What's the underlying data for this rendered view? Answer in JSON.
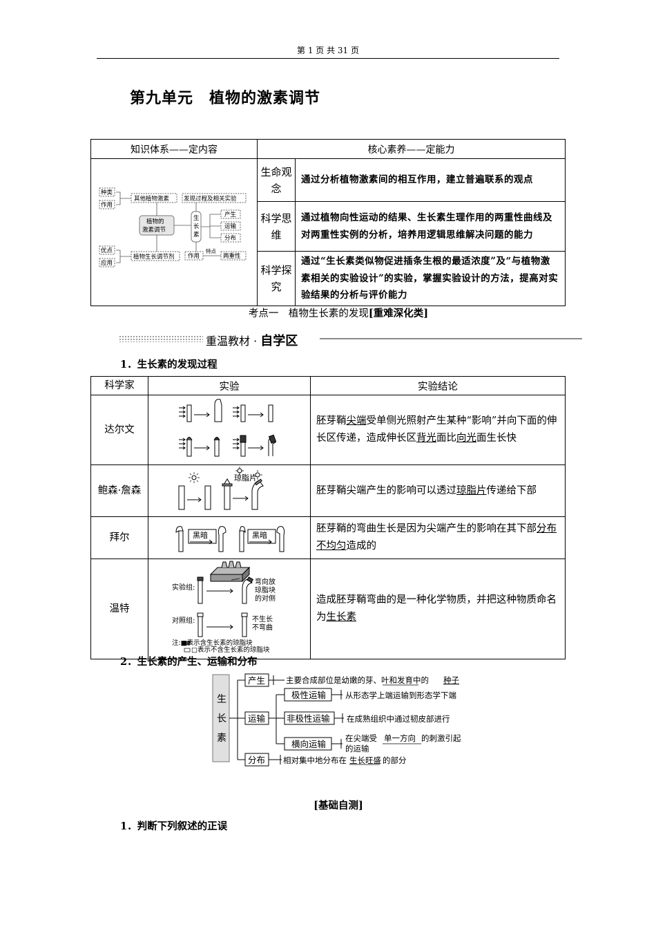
{
  "header": {
    "page_info": "第 1 页 共 31 页"
  },
  "unit_title": "第九单元　植物的激素调节",
  "overview_table": {
    "col1_header": "知识体系——定内容",
    "col2_header": "核心素养——定能力",
    "rows": [
      {
        "label": "生命观念",
        "text": "通过分析植物激素间的相互作用，建立普遍联系的观点"
      },
      {
        "label": "科学思维",
        "text": "通过植物向性运动的结果、生长素生理作用的两重性曲线及对两重性实例的分析，培养用逻辑思维解决问题的能力"
      },
      {
        "label": "科学探究",
        "text": "通过“生长素类似物促进插条生根的最适浓度”及“与植物激素相关的实验设计”的实验，掌握实验设计的方法，提高对实验结果的分析与评价能力"
      }
    ],
    "concept_map": {
      "center": [
        "植物的",
        "激素调节"
      ],
      "zhonglei": "种类",
      "zuoyong": "作用",
      "youdian": "优点",
      "yingyong": "应用",
      "other_hormones": "其他植物激素",
      "regulator": "植物生长调节剂",
      "discovery": "发现过程及相关实验",
      "auxin": [
        "生",
        "长",
        "素"
      ],
      "chansheng": "产生",
      "yunshu": "运输",
      "fenbu": "分布",
      "zuoyong2": "作用",
      "tedian": "特点",
      "liangchongxing": "两重性"
    }
  },
  "kaodian": {
    "prefix": "考点一　植物生长素的发现",
    "tag": "[重难深化类]"
  },
  "banner": {
    "left": "重温教材",
    "dot": " · ",
    "right": "自学区"
  },
  "section1": "1．生长素的发现过程",
  "discovery_table": {
    "headers": [
      "科学家",
      "实验",
      "实验结论"
    ],
    "rows": [
      {
        "scientist": "达尔文",
        "conclusion": [
          {
            "t": "胚芽鞘"
          },
          {
            "t": "尖端",
            "u": true
          },
          {
            "t": "受单侧光照射产生某种“影响”并向下面的伸长区传递，造成伸长区"
          },
          {
            "t": "背光",
            "u": true
          },
          {
            "t": "面比"
          },
          {
            "t": "向光",
            "u": true
          },
          {
            "t": "面生长快"
          }
        ]
      },
      {
        "scientist": "鲍森·詹森",
        "img_label": "琼脂片",
        "conclusion": [
          {
            "t": "胚芽鞘尖端产生的影响可以透过"
          },
          {
            "t": "琼脂片",
            "u": true
          },
          {
            "t": "传递给下部"
          }
        ]
      },
      {
        "scientist": "拜尔",
        "img_label": "黑暗",
        "conclusion": [
          {
            "t": "胚芽鞘的弯曲生长是因为尖端产生的影响在其下部"
          },
          {
            "t": "分布不均匀",
            "u": true
          },
          {
            "t": "造成的"
          }
        ]
      },
      {
        "scientist": "温特",
        "img_labels": {
          "exp_group": "实验组:",
          "ctrl_group": "对照组:",
          "exp_result": [
            "弯向放",
            "琼脂块",
            "的对侧"
          ],
          "ctrl_result": [
            "不生长",
            "不弯曲"
          ],
          "note1": "注:■表示含生长素的琼脂块",
          "note2": "□表示不含生长素的琼脂块"
        },
        "conclusion": [
          {
            "t": "造成胚芽鞘弯曲的是一种化学物质，并把这种物质命名为"
          },
          {
            "t": "生长素",
            "u": true
          }
        ]
      }
    ]
  },
  "section2": "2．生长素的产生、运输和分布",
  "auxin_diagram": {
    "root": [
      "生",
      "长",
      "素"
    ],
    "chansheng": "产生",
    "chansheng_desc": "主要合成部位是幼嫩的芽、叶和发育中的",
    "chansheng_ans": "种子",
    "yunshu": "运输",
    "jixing": "极性运输",
    "jixing_desc": "从形态学上端运输到形态学下端",
    "feijixing": "非极性运输",
    "feijixing_desc": "在成熟组织中通过韧皮部进行",
    "hengxiang": "横向运输",
    "hengxiang_desc1a": "在尖端受",
    "hengxiang_ans": "单一方向",
    "hengxiang_desc1b": "的刺激引起",
    "hengxiang_desc2": "的运输",
    "fenbu": "分布",
    "fenbu_desc_a": "相对集中地分布在",
    "fenbu_ans": "生长旺盛",
    "fenbu_desc_b": "的部分"
  },
  "self_test": "[基础自测]",
  "section3": "1．判断下列叙述的正误"
}
